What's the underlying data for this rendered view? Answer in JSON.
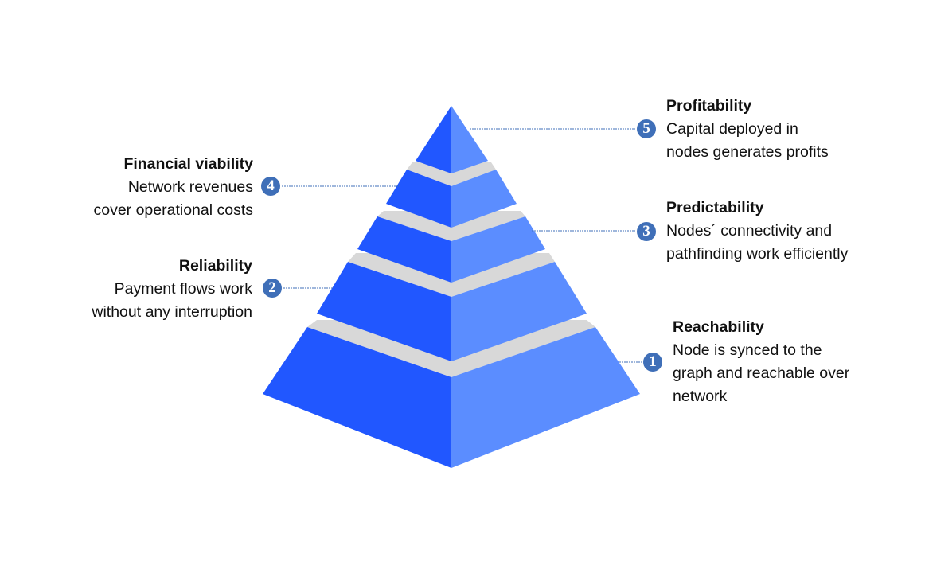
{
  "colors": {
    "face_left": "#2157ff",
    "face_right": "#5b8dff",
    "separator": "#d8d8d8",
    "badge": "#3f6fb8",
    "connector": "#3f6fb8"
  },
  "levels": [
    {
      "number": "1",
      "title": "Reachability",
      "lines": [
        "Node is synced to the",
        "graph and reachable over",
        "network"
      ]
    },
    {
      "number": "2",
      "title": "Reliability",
      "lines": [
        "Payment flows work",
        "without any interruption"
      ]
    },
    {
      "number": "3",
      "title": "Predictability",
      "lines": [
        "Nodes´ connectivity and",
        "pathfinding work efficiently"
      ]
    },
    {
      "number": "4",
      "title": "Financial viability",
      "lines": [
        "Network revenues",
        "cover operational costs"
      ]
    },
    {
      "number": "5",
      "title": "Profitability",
      "lines": [
        "Capital deployed in",
        "nodes generates profits"
      ]
    }
  ]
}
